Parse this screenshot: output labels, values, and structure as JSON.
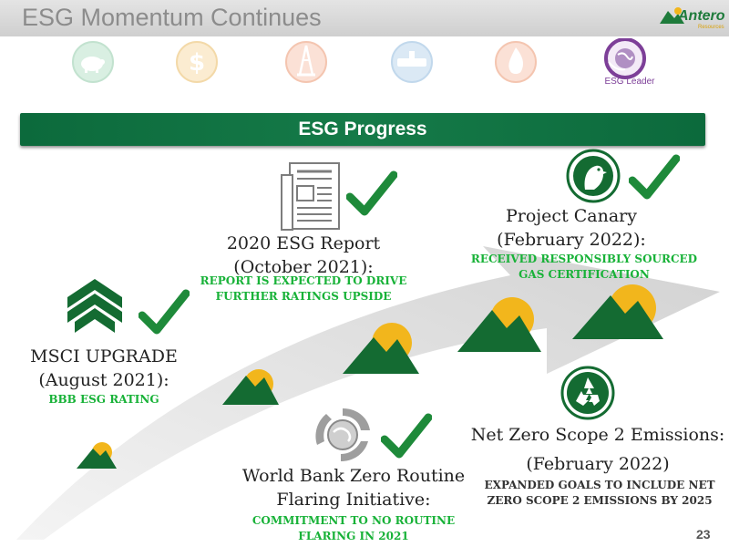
{
  "header": {
    "title": "ESG Momentum Continues",
    "logo_name": "Antero",
    "logo_sub": "Resources",
    "icon_strip": [
      {
        "icon": "piggy-bank-icon",
        "active": false
      },
      {
        "icon": "dollar-icon",
        "active": false
      },
      {
        "icon": "oil-rig-icon",
        "active": false
      },
      {
        "icon": "pipeline-icon",
        "active": false
      },
      {
        "icon": "flame-icon",
        "active": false
      },
      {
        "icon": "globe-icon",
        "active": true,
        "label": "ESG Leader"
      }
    ]
  },
  "banner": {
    "title": "ESG Progress"
  },
  "milestones": {
    "msci": {
      "title_line1": "MSCI UPGRADE",
      "title_line2": "(August 2021):",
      "detail_line1": "BBB ESG RATING",
      "icon": "chevron-arrows-icon"
    },
    "esg_report": {
      "title_line1": "2020 ESG Report",
      "title_line2": "(October 2021):",
      "detail_line1": "REPORT IS EXPECTED TO DRIVE",
      "detail_line2": "FURTHER RATINGS UPSIDE",
      "icon": "newspaper-icon"
    },
    "canary": {
      "title_line1": "Project Canary",
      "title_line2": "(February 2022):",
      "detail_line1": "RECEIVED RESPONSIBLY  SOURCED",
      "detail_line2": "GAS CERTIFICATION",
      "icon": "canary-bird-icon"
    },
    "world_bank": {
      "title_line1": "World Bank Zero Routine",
      "title_line2": "Flaring Initiative:",
      "detail_line1": "COMMITMENT TO NO ROUTINE",
      "detail_line2": "FLARING IN 2021",
      "icon": "recycle-globe-icon"
    },
    "net_zero": {
      "title_line1": "Net Zero Scope 2 Emissions:",
      "title_line2": "(February 2022)",
      "detail_line1": "EXPANDED GOALS TO INCLUDE NET",
      "detail_line2": "ZERO SCOPE 2 EMISSIONS BY 2025",
      "icon": "recycle-icon"
    }
  },
  "colors": {
    "brand_green": "#1e7b3b",
    "highlight_green": "#18b238",
    "sun_yellow": "#f2b61c",
    "esg_purple": "#7d3f98"
  },
  "page_number": "23"
}
